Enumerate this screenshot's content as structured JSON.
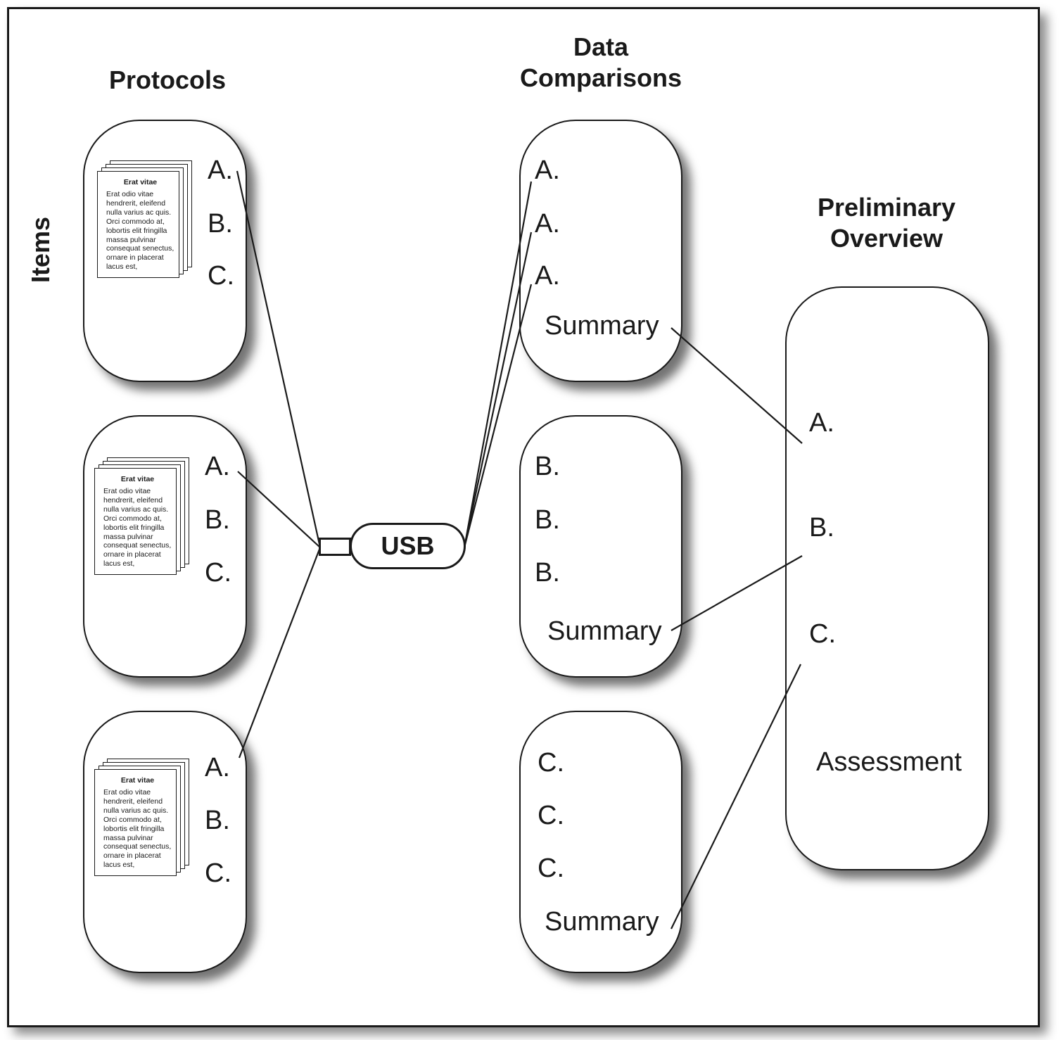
{
  "headings": {
    "items": "Items",
    "protocols": "Protocols",
    "data_comparisons": [
      "Data",
      "Comparisons"
    ],
    "preliminary_overview": [
      "Preliminary",
      "Overview"
    ]
  },
  "document": {
    "title": "Erat vitae",
    "body": "Erat odio vitae hendrerit, eleifend nulla varius ac quis. Orci commodo at, lobortis elit fringilla massa pulvinar consequat senectus, ornare in placerat lacus est,"
  },
  "protocols": [
    {
      "labels": [
        "A.",
        "B.",
        "C."
      ]
    },
    {
      "labels": [
        "A.",
        "B.",
        "C."
      ]
    },
    {
      "labels": [
        "A.",
        "B.",
        "C."
      ]
    }
  ],
  "usb": {
    "label": "USB"
  },
  "comparisons": [
    {
      "labels": [
        "A.",
        "A.",
        "A."
      ],
      "summary": "Summary"
    },
    {
      "labels": [
        "B.",
        "B.",
        "B."
      ],
      "summary": "Summary"
    },
    {
      "labels": [
        "C.",
        "C.",
        "C."
      ],
      "summary": "Summary"
    }
  ],
  "overview": {
    "labels": [
      "A.",
      "B.",
      "C."
    ],
    "assessment": "Assessment"
  },
  "colors": {
    "stroke": "#1a1a1a",
    "background": "#ffffff"
  }
}
